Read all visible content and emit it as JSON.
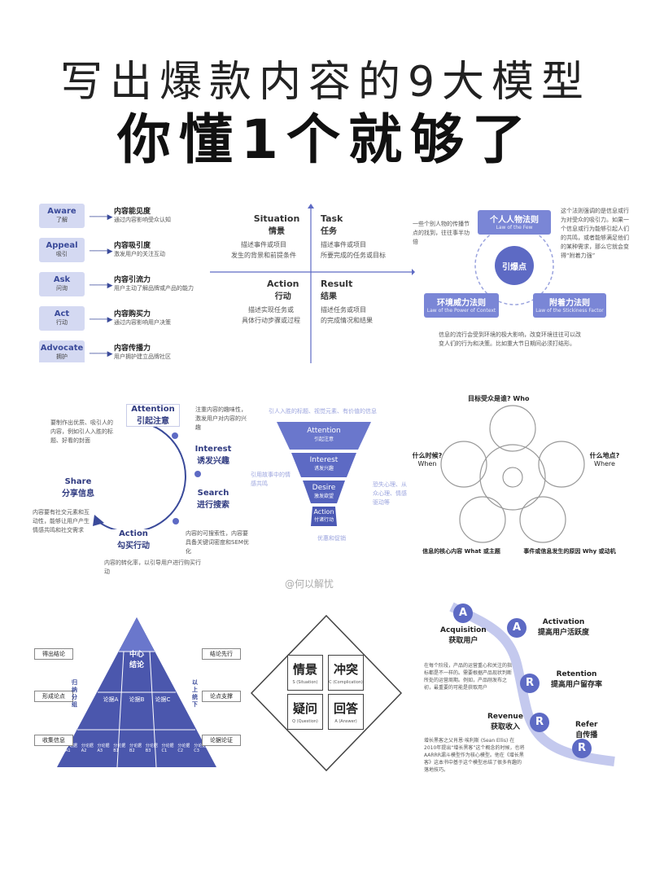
{
  "header": {
    "title_line1": "写出爆款内容的9大模型",
    "title_line2": "你懂1个就够了"
  },
  "aida5": {
    "items": [
      {
        "en": "Aware",
        "cn": "了解",
        "title": "内容能见度",
        "desc": "通过内容影响受众认知"
      },
      {
        "en": "Appeal",
        "cn": "吸引",
        "title": "内容吸引度",
        "desc": "激发用户的关注互动"
      },
      {
        "en": "Ask",
        "cn": "问询",
        "title": "内容引流力",
        "desc": "用户主动了解品牌或产品的能力"
      },
      {
        "en": "Act",
        "cn": "行动",
        "title": "内容购买力",
        "desc": "通过内容影响用户决策"
      },
      {
        "en": "Advocate",
        "cn": "拥护",
        "title": "内容传播力",
        "desc": "用户拥护建立品牌社区"
      }
    ]
  },
  "star": {
    "situation_en": "Situation",
    "situation_cn": "情景",
    "situation_d1": "描述事件或项目",
    "situation_d2": "发生的背景和前提条件",
    "task_en": "Task",
    "task_cn": "任务",
    "task_d1": "描述事件或项目",
    "task_d2": "所要完成的任务或目标",
    "action_en": "Action",
    "action_cn": "行动",
    "action_d1": "描述实现任务或",
    "action_d2": "具体行动步骤或过程",
    "result_en": "Result",
    "result_cn": "结果",
    "result_d1": "描述任务或项目",
    "result_d2": "的完成情况和结果"
  },
  "tipping": {
    "center": "引爆点",
    "law1": "个人人物法则",
    "law1_en": "Law of the Few",
    "law2": "附着力法则",
    "law2_en": "Law of the Stickiness Factor",
    "law3": "环境威力法则",
    "law3_en": "Law of the Power of Context",
    "note1": "一些个别人物的传播节点的找到，往往事半功倍",
    "note2": "这个法则强调的是信息或行为对受众的吸引力。如果一个信息或行为能够引起人们的共鸣，或者能够满足他们的某种需求，那么它就会变得“附着力强”",
    "note3": "信息的流行会受到环境的极大影响，改变环境往往可以改变人们的行为和决策。比如重大节日期间必须打结形。"
  },
  "attention": {
    "steps": [
      {
        "en": "Attention",
        "cn": "引起注意"
      },
      {
        "en": "Interest",
        "cn": "诱发兴趣"
      },
      {
        "en": "Search",
        "cn": "进行搜索"
      },
      {
        "en": "Action",
        "cn": "勾买行动"
      },
      {
        "en": "Share",
        "cn": "分享信息"
      }
    ],
    "note_a": "要制作出优质、吸引人的内容，例如引人入胜的标题、好看的封面",
    "note_i": "注重内容的趣味性，激发用户对内容的兴趣",
    "note_s": "内容的可搜索性，内容要具备关键词密度和SEM优化",
    "note_ac": "内容的转化率，以引导用户进行购买行动",
    "note_sh": "内容要有社交元素和互动性，能够让用户产生情感共鸣和社交需求"
  },
  "funnel": {
    "top_note": "引人入胜的标题、视觉元素、有价值的信息",
    "rows": [
      {
        "en": "Attention",
        "cn": "引起注意"
      },
      {
        "en": "Interest",
        "cn": "诱发兴趣"
      },
      {
        "en": "Desire",
        "cn": "激发欲望"
      },
      {
        "en": "Action",
        "cn": "付诸行动"
      }
    ],
    "left_note": "引用故事中的情感共鸣",
    "right_note": "恐失心理、从众心理、情感驱动等",
    "bottom_note": "优惠和促销"
  },
  "five_w": {
    "who": "目标受众是谁? Who",
    "when_cn": "什么时候?",
    "when_en": "When",
    "where_cn": "什么地点?",
    "where_en": "Where",
    "what": "信息的核心内容 What 或主题",
    "why": "事件或信息发生的原因 Why 或动机"
  },
  "watermark": "@何以解忧",
  "pyramid": {
    "top1": "中心",
    "top2": "结论",
    "mid": [
      "论据A",
      "论据B",
      "论据C"
    ],
    "bottom": [
      "分论据A1",
      "分论据A2",
      "分论据A3",
      "分论据B1",
      "分论据B2",
      "分论据B3",
      "分论据C1",
      "分论据C2",
      "分论据C3"
    ],
    "left_boxes": [
      "得出结论",
      "形成论点",
      "收集信息"
    ],
    "right_boxes": [
      "结论先行",
      "论点支撑",
      "论据论证"
    ],
    "left_vert": "归纳分组",
    "right_vert": "以上统下"
  },
  "scqa": {
    "cells": [
      {
        "cn": "情景",
        "en": "S (Situation)"
      },
      {
        "cn": "冲突",
        "en": "C (Complication)"
      },
      {
        "cn": "疑问",
        "en": "Q (Question)"
      },
      {
        "cn": "回答",
        "en": "A (Answer)"
      }
    ]
  },
  "aarrr": {
    "acq_en": "Acquisition",
    "acq_cn": "获取用户",
    "act_en": "Activation",
    "act_cn": "提高用户活跃度",
    "ret_en": "Retention",
    "ret_cn": "提高用户留存率",
    "rev_en": "Revenue",
    "rev_cn": "获取收入",
    "ref_en": "Refer",
    "ref_cn": "自传播",
    "note1": "在每个阶段，产品的运营重心和关注的指标都是不一样的。需要根据产品现状判断所处的运营周期。例如，产品刚发布之初，最重要的可能是获取用户",
    "note2": "增长黑客之父肖恩·埃利斯 (Sean Ellis) 在2010年提出“增长黑客”这个概念的时候，也将AARRR漏斗模型作为核心模型。他在《增长黑客》这本书中基于这个模型总结了很多有趣的落地技巧。"
  },
  "colors": {
    "accent": "#5d6ac4",
    "light": "#d4d9f2",
    "box": "#7a86d6"
  }
}
